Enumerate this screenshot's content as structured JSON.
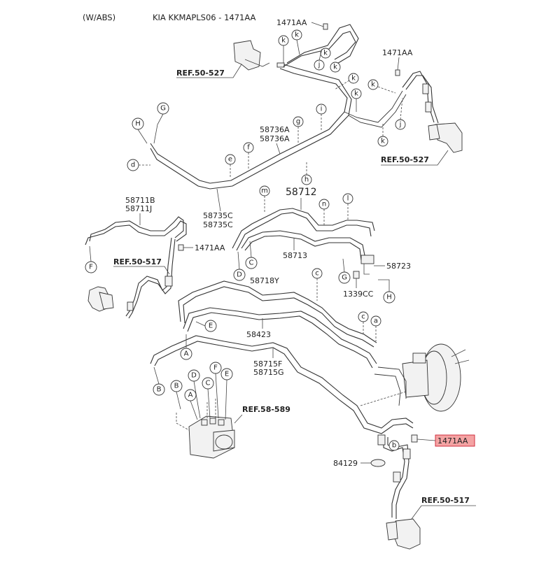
{
  "header": {
    "variant": "(W/ABS)",
    "model_code": "KIA KKMAPLS06 - 1471AA"
  },
  "highlight": {
    "part": "1471AA",
    "color": "#f4a3a3"
  },
  "parts": {
    "p1471aa_top": "1471AA",
    "p1471aa_right": "1471AA",
    "p1471aa_mid": "1471AA",
    "p58736a_1": "58736A",
    "p58736a_2": "58736A",
    "p58735c_1": "58735C",
    "p58735c_2": "58735C",
    "p58711b": "58711B",
    "p58711j": "58711J",
    "p58712": "58712",
    "p58713": "58713",
    "p58723": "58723",
    "p1339cc": "1339CC",
    "p58718y": "58718Y",
    "p58423": "58423",
    "p58715f": "58715F",
    "p58715g": "58715G",
    "p84129": "84129"
  },
  "refs": {
    "ref_top_left": "REF.50-527",
    "ref_top_right": "REF.50-527",
    "ref_mid_left": "REF.50-517",
    "ref_abs": "REF.58-589",
    "ref_bottom": "REF.50-517"
  },
  "letters": {
    "k1": "k",
    "k2": "k",
    "k3": "k",
    "k4": "k",
    "k5": "k",
    "k6": "k",
    "k7": "k",
    "j1": "j",
    "j2": "j",
    "G1": "G",
    "H1": "H",
    "d1": "d",
    "e1": "e",
    "f1": "f",
    "g1": "g",
    "i1": "i",
    "h1": "h",
    "m1": "m",
    "n1": "n",
    "l1": "l",
    "C1": "C",
    "D1": "D",
    "F1": "F",
    "G2": "G",
    "H2": "H",
    "c1": "c",
    "c2": "c",
    "a1": "a",
    "E1": "E",
    "A1": "A",
    "B1": "B",
    "b1": "b",
    "B2": "B",
    "D2": "D",
    "C2": "C",
    "F2": "F",
    "E2": "E",
    "A2": "A"
  }
}
